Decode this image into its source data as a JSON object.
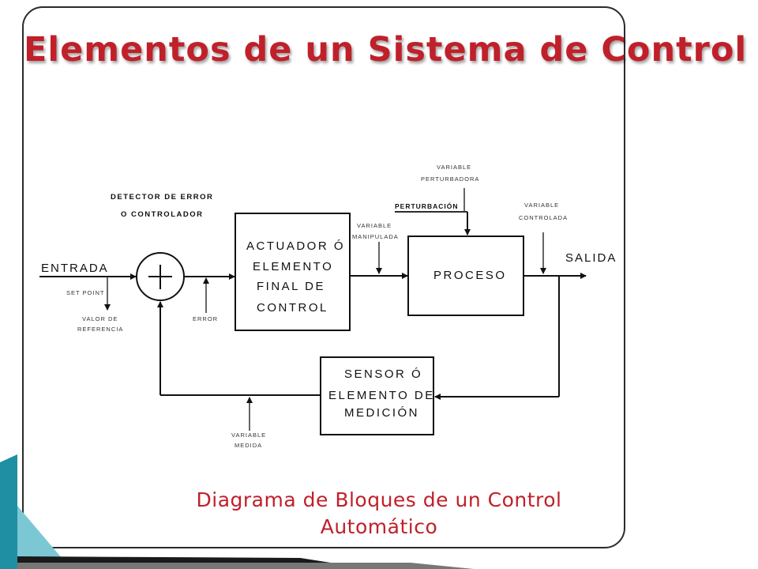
{
  "slide": {
    "title": "Elementos de un Sistema de Control",
    "caption_line1": "Diagrama de Bloques de un Control",
    "caption_line2": "Automático"
  },
  "diagram": {
    "detector_line1": "DETECTOR DE ERROR",
    "detector_line2": "O CONTROLADOR",
    "entrada": "ENTRADA",
    "set_point": "SET POINT",
    "valor_ref_line1": "VALOR DE",
    "valor_ref_line2": "REFERENCIA",
    "error": "ERROR",
    "actuador_line1": "ACTUADOR Ó",
    "actuador_line2": "ELEMENTO",
    "actuador_line3": "FINAL DE",
    "actuador_line4": "CONTROL",
    "var_manip_line1": "VARIABLE",
    "var_manip_line2": "MANIPULADA",
    "var_pert_line1": "VARIABLE",
    "var_pert_line2": "PERTURBADORA",
    "perturbacion": "PERTURBACIÓN",
    "proceso": "PROCESO",
    "var_ctrl_line1": "VARIABLE",
    "var_ctrl_line2": "CONTROLADA",
    "salida": "SALIDA",
    "sensor_line1": "SENSOR Ó",
    "sensor_line2": "ELEMENTO DE",
    "sensor_line3": "MEDICIÓN",
    "var_medida_line1": "VARIABLE",
    "var_medida_line2": "MEDIDA"
  },
  "colors": {
    "title": "#c0202a",
    "lines": "#111111",
    "accent_teal": "#1f8fa3"
  }
}
